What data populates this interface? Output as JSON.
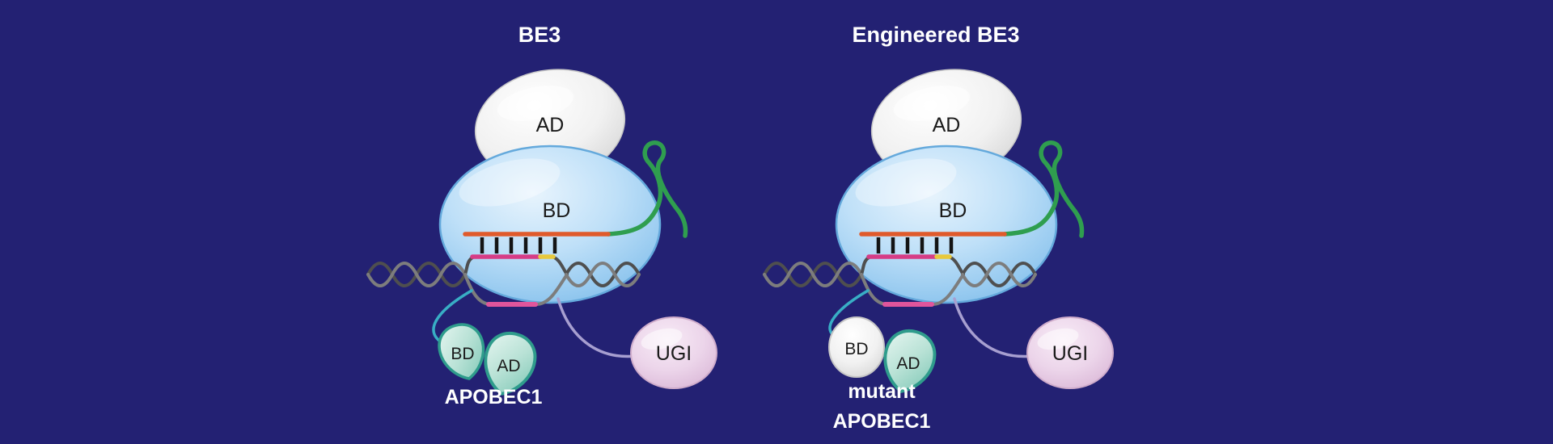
{
  "figure": {
    "colors": {
      "background": "#232173",
      "title_text": "#ffffff",
      "label_text": "#1a1a1a",
      "cas9_blue": "#aed6f5",
      "cas9_blue_stroke": "#64a9dc",
      "ad_domain_gray": "#ececec",
      "ad_domain_stroke": "#c6c6c6",
      "apobec_teal": "#a9d9cc",
      "apobec_teal_stroke": "#2f9c8c",
      "ugi_pink": "#e7cce4",
      "ugi_pink_stroke": "#cfaccb",
      "sgrna_green": "#2f9e4f",
      "guide_orange": "#e05a2b",
      "target_magenta": "#d63c86",
      "pam_yellow": "#e8c93c",
      "dna_dark_gray": "#4f4f4f",
      "dna_light_gray": "#7d7d7d",
      "base_pair_black": "#141414",
      "editing_window_pink": "#e0559c",
      "ugi_linker_purple": "#a79fd0",
      "apobec_linker_cyan": "#38aec5"
    },
    "panels": [
      {
        "title": "BE3",
        "cas9": {
          "ad_label": "AD",
          "bd_label": "BD"
        },
        "deaminase": {
          "bd_label": "BD",
          "ad_label": "AD",
          "name": "APOBEC1"
        },
        "ugi_label": "UGI"
      },
      {
        "title": "Engineered BE3",
        "cas9": {
          "ad_label": "AD",
          "bd_label": "BD"
        },
        "deaminase": {
          "bd_label": "BD",
          "ad_label": "AD",
          "name_line1": "mutant",
          "name_line2": "APOBEC1"
        },
        "ugi_label": "UGI"
      }
    ]
  }
}
